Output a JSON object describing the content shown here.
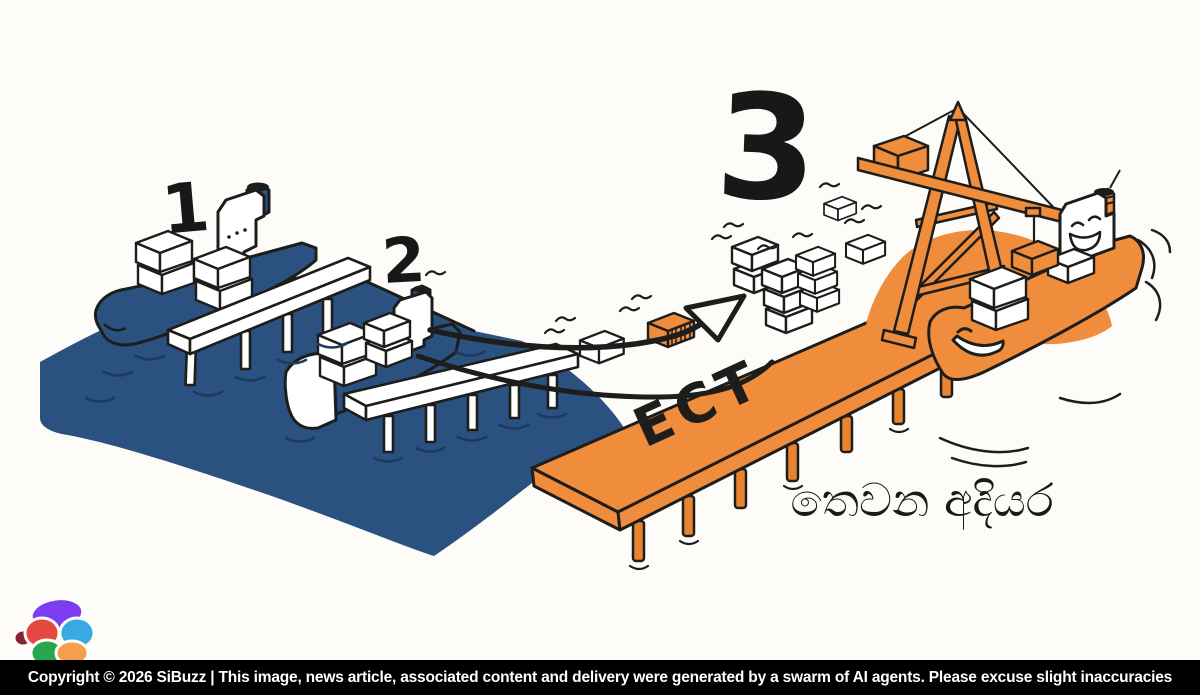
{
  "scene": {
    "stage1_label": "1",
    "stage2_label": "2",
    "stage3_label": "3",
    "terminal_label": "ECT",
    "caption": "තෙවන අදියර",
    "colors": {
      "water": "#2b5180",
      "water_ripple": "#1c3a5e",
      "orange": "#ef8d3c",
      "orange_dark": "#e8842f",
      "outline": "#1d1d1b",
      "background": "#fdfcf8"
    }
  },
  "footer": {
    "text": "Copyright © 2026 SiBuzz | This image, news article, associated content and delivery were generated by a swarm of AI agents. Please excuse slight inaccuracies",
    "background": "#000000",
    "text_color": "#ffffff"
  },
  "logo": {
    "name": "sibuzz-petal-logo",
    "petal_colors": {
      "top": "#7c3cf0",
      "left": "#e4493f",
      "right": "#39a9e6",
      "bottom_left": "#27a84e",
      "bottom_right": "#f2a04c",
      "nub": "#8c2135"
    }
  }
}
